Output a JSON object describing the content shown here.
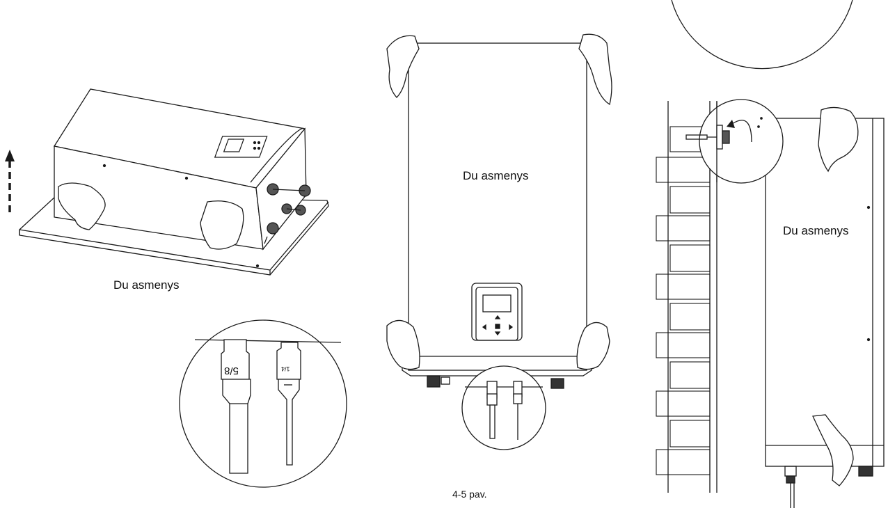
{
  "labels": {
    "left": "Du asmenys",
    "center": "Du asmenys",
    "right": "Du asmenys"
  },
  "caption": "4-5 pav.",
  "pipe_sizes": {
    "large": "5/8",
    "small": "1/4"
  }
}
